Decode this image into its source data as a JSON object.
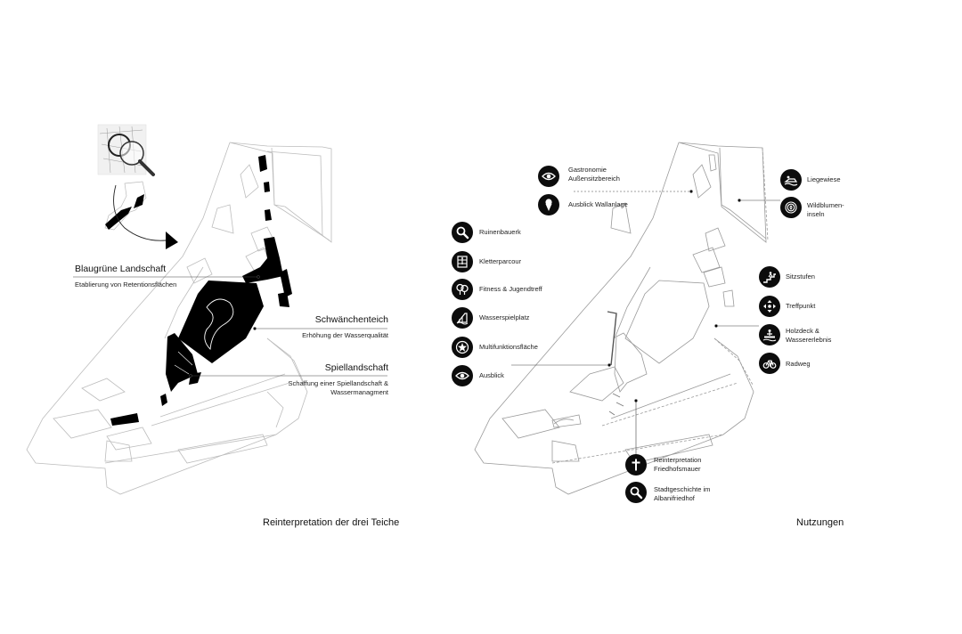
{
  "left_map": {
    "labels": [
      {
        "title": "Blaugrüne Landschaft",
        "subtitle": "Etablierung von Retentionsflächen"
      },
      {
        "title": "Schwänchenteich",
        "subtitle": "Erhöhung der Wasserqualität"
      },
      {
        "title": "Spiellandschaft",
        "subtitle_1": "Schaffung einer Spiellandschaft &",
        "subtitle_2": "Wassermanagment"
      }
    ],
    "caption": "Reinterpretation der drei Teiche"
  },
  "right_map": {
    "uses": [
      {
        "icon": "eye-icon",
        "line1": "Gastronomie",
        "line2": "Außensitzbereich"
      },
      {
        "icon": "ice-cream-icon",
        "line1": "Ausblick Wallanlage"
      },
      {
        "icon": "magnifier-icon",
        "line1": "Ruinenbauerk"
      },
      {
        "icon": "climbing-frame-icon",
        "line1": "Kletterparcour"
      },
      {
        "icon": "trees-icon",
        "line1": "Fitness & Jugendtreff"
      },
      {
        "icon": "water-play-icon",
        "line1": "Wasserspielplatz"
      },
      {
        "icon": "star-circle-icon",
        "line1": "Multifunktionsfläche"
      },
      {
        "icon": "eye-icon",
        "line1": "Ausblick"
      },
      {
        "icon": "lawn-lounger-icon",
        "line1": "Liegewiese"
      },
      {
        "icon": "rose-icon",
        "line1": "Wildblumen-",
        "line2": "inseln"
      },
      {
        "icon": "steps-icon",
        "line1": "Sitzstufen"
      },
      {
        "icon": "meeting-arrows-icon",
        "line1": "Treffpunkt"
      },
      {
        "icon": "wooden-deck-icon",
        "line1": "Holzdeck &",
        "line2": "Wassererlebnis"
      },
      {
        "icon": "bicycle-icon",
        "line1": "Radweg"
      },
      {
        "icon": "cross-icon",
        "line1": "Reinterpretation",
        "line2": "Friedhofsmauer"
      },
      {
        "icon": "magnifier-icon",
        "line1": "Stadtgeschichte im",
        "line2": "Albanifriedhof"
      }
    ],
    "caption": "Nutzungen"
  }
}
